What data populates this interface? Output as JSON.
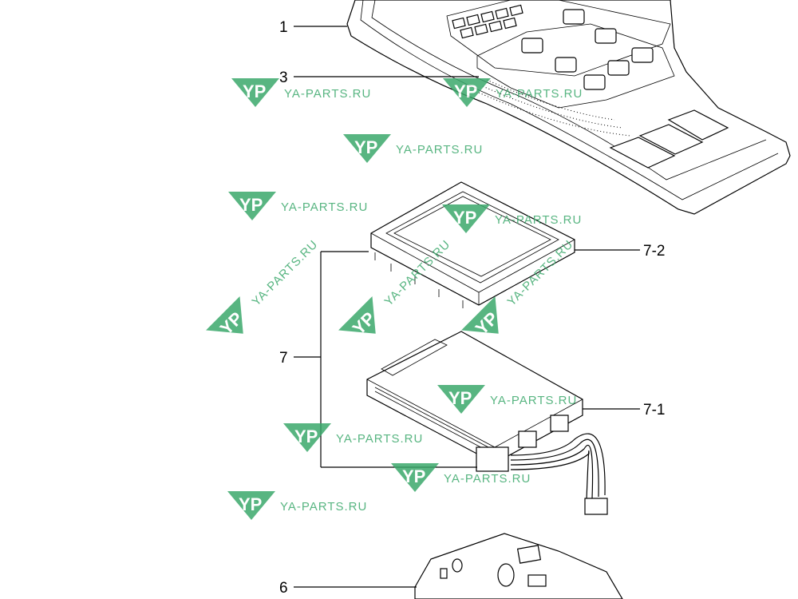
{
  "diagram": {
    "callouts": [
      {
        "id": "1",
        "label": "1"
      },
      {
        "id": "3",
        "label": "3"
      },
      {
        "id": "7",
        "label": "7"
      },
      {
        "id": "7-2",
        "label": "7-2"
      },
      {
        "id": "7-1",
        "label": "7-1"
      },
      {
        "id": "6",
        "label": "6"
      }
    ],
    "watermark": {
      "logo_letters": "YP",
      "text": "YA-PARTS.RU",
      "color": "#3aa86b"
    },
    "parts": [
      {
        "name": "control-panel-housing",
        "ref": "1"
      },
      {
        "name": "keypad-membrane",
        "ref": "3"
      },
      {
        "name": "display-assembly",
        "ref": "7"
      },
      {
        "name": "display-frame-cover",
        "ref": "7-2"
      },
      {
        "name": "display-module-with-cable",
        "ref": "7-1"
      },
      {
        "name": "circuit-board",
        "ref": "6"
      }
    ]
  }
}
